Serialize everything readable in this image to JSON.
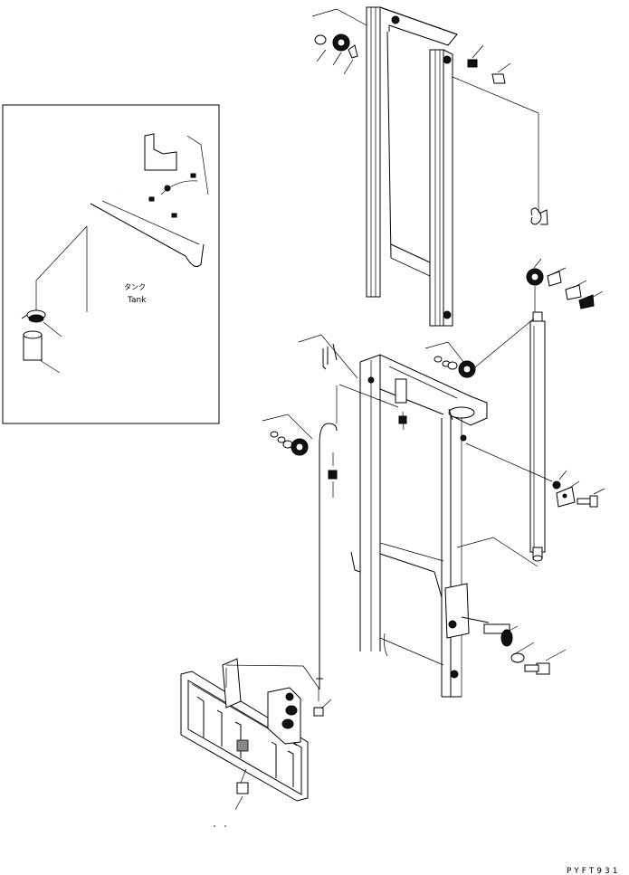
{
  "diagram": {
    "figure_code": "PYFT931",
    "inset": {
      "label_jp": "タンク",
      "label_en": "Tank"
    }
  }
}
